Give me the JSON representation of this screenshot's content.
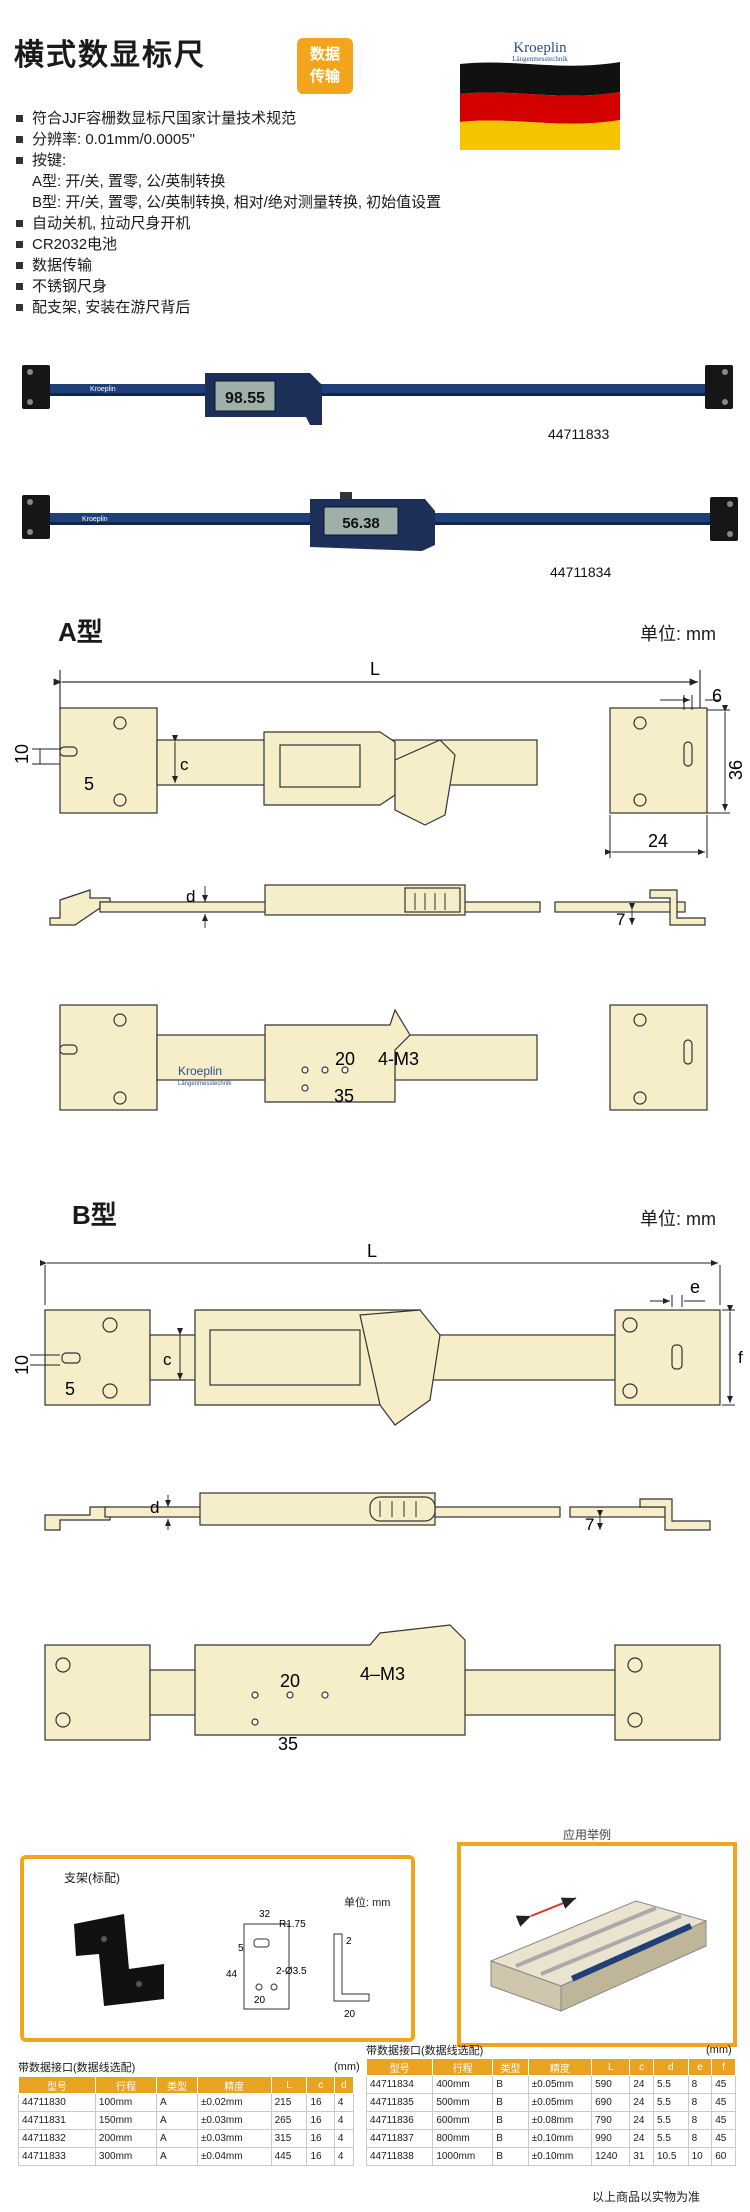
{
  "header": {
    "title": "横式数显标尺",
    "badge": [
      "数据",
      "传输"
    ],
    "brand": "Kroeplin",
    "brand_sub": "Längenmesstechnik"
  },
  "features": [
    {
      "text": "符合JJF容栅数显标尺国家计量技术规范",
      "bullet": true
    },
    {
      "text": "分辨率: 0.01mm/0.0005\"",
      "bullet": true
    },
    {
      "text": "按键:",
      "bullet": true
    },
    {
      "text": "A型: 开/关, 置零, 公/英制转换",
      "bullet": false
    },
    {
      "text": "B型: 开/关, 置零, 公/英制转换, 相对/绝对测量转换, 初始值设置",
      "bullet": false
    },
    {
      "text": "自动关机, 拉动尺身开机",
      "bullet": true
    },
    {
      "text": "CR2032电池",
      "bullet": true
    },
    {
      "text": "数据传输",
      "bullet": true
    },
    {
      "text": "不锈钢尺身",
      "bullet": true
    },
    {
      "text": "配支架, 安装在游尺背后",
      "bullet": true
    }
  ],
  "products": {
    "p1": {
      "code": "44711833",
      "display": "98.55",
      "label": "Kroeplin"
    },
    "p2": {
      "code": "44711834",
      "display": "56.38",
      "label": "Kroeplin"
    }
  },
  "typeA": {
    "title": "A型",
    "unit": "单位: mm",
    "dims": {
      "L": "L",
      "six": "6",
      "ten": "10",
      "five": "5",
      "c": "c",
      "d": "d",
      "thirtysix": "36",
      "twentyfour": "24",
      "seven": "7",
      "twenty": "20",
      "m3": "4-M3",
      "thirtyfive": "35"
    },
    "brand": "Kroeplin",
    "brand_sub": "Längenmesstechnik"
  },
  "typeB": {
    "title": "B型",
    "unit": "单位: mm",
    "dims": {
      "L": "L",
      "e": "e",
      "ten": "10",
      "five": "5",
      "c": "c",
      "f": "f",
      "d": "d",
      "seven": "7",
      "twenty": "20",
      "m3": "4–M3",
      "thirtyfive": "35"
    }
  },
  "bracket": {
    "title": "支架(标配)",
    "unit": "单位: mm",
    "dims": {
      "d32": "32",
      "r": "R1.75",
      "d5": "5",
      "d44": "44",
      "hole": "2-Ø3.5",
      "d20": "20",
      "d2": "2",
      "d20b": "20"
    }
  },
  "application": {
    "title": "应用举例"
  },
  "table_left": {
    "caption": "带数据接口(数据线选配)",
    "unit": "(mm)",
    "headers": [
      "型号",
      "行程",
      "类型",
      "精度",
      "L",
      "c",
      "d"
    ],
    "rows": [
      [
        "44711830",
        "100mm",
        "A",
        "±0.02mm",
        "215",
        "16",
        "4"
      ],
      [
        "44711831",
        "150mm",
        "A",
        "±0.03mm",
        "265",
        "16",
        "4"
      ],
      [
        "44711832",
        "200mm",
        "A",
        "±0.03mm",
        "315",
        "16",
        "4"
      ],
      [
        "44711833",
        "300mm",
        "A",
        "±0.04mm",
        "445",
        "16",
        "4"
      ]
    ]
  },
  "table_right": {
    "caption": "带数据接口(数据线选配)",
    "unit": "(mm)",
    "headers": [
      "型号",
      "行程",
      "类型",
      "精度",
      "L",
      "c",
      "d",
      "e",
      "f"
    ],
    "rows": [
      [
        "44711834",
        "400mm",
        "B",
        "±0.05mm",
        "590",
        "24",
        "5.5",
        "8",
        "45"
      ],
      [
        "44711835",
        "500mm",
        "B",
        "±0.05mm",
        "690",
        "24",
        "5.5",
        "8",
        "45"
      ],
      [
        "44711836",
        "600mm",
        "B",
        "±0.08mm",
        "790",
        "24",
        "5.5",
        "8",
        "45"
      ],
      [
        "44711837",
        "800mm",
        "B",
        "±0.10mm",
        "990",
        "24",
        "5.5",
        "8",
        "45"
      ],
      [
        "44711838",
        "1000mm",
        "B",
        "±0.10mm",
        "1240",
        "31",
        "10.5",
        "10",
        "60"
      ]
    ]
  },
  "footer": {
    "note": "以上商品以实物为准"
  },
  "colors": {
    "accent": "#f2a51c",
    "part": "#f6edc9",
    "scale_blue": "#1f3f78"
  }
}
